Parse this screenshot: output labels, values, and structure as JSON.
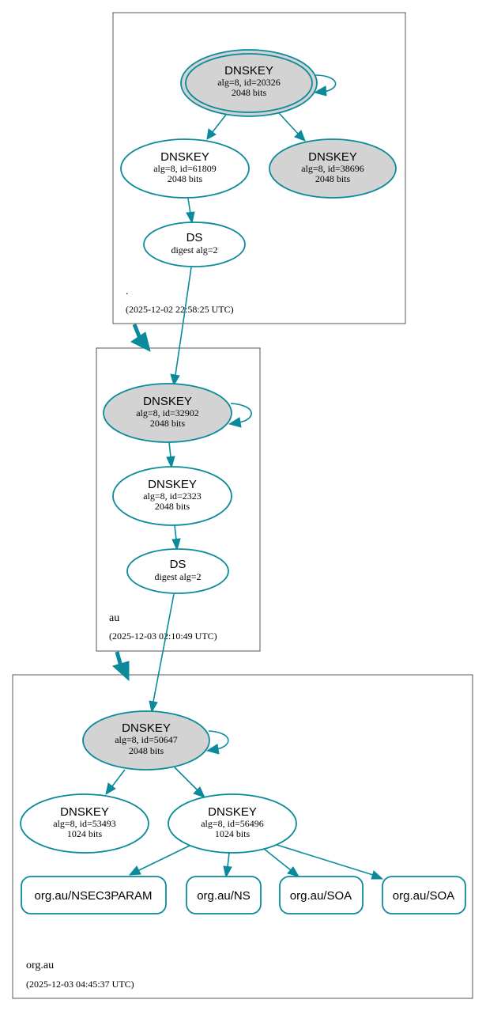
{
  "zones": {
    "root": {
      "name": ".",
      "timestamp": "(2025-12-02 22:58:25 UTC)"
    },
    "au": {
      "name": "au",
      "timestamp": "(2025-12-03 02:10:49 UTC)"
    },
    "orgau": {
      "name": "org.au",
      "timestamp": "(2025-12-03 04:45:37 UTC)"
    }
  },
  "nodes": {
    "root_ksk": {
      "title": "DNSKEY",
      "line1": "alg=8, id=20326",
      "line2": "2048 bits"
    },
    "root_zsk": {
      "title": "DNSKEY",
      "line1": "alg=8, id=61809",
      "line2": "2048 bits"
    },
    "root_ksk2": {
      "title": "DNSKEY",
      "line1": "alg=8, id=38696",
      "line2": "2048 bits"
    },
    "root_ds": {
      "title": "DS",
      "line1": "digest alg=2"
    },
    "au_ksk": {
      "title": "DNSKEY",
      "line1": "alg=8, id=32902",
      "line2": "2048 bits"
    },
    "au_zsk": {
      "title": "DNSKEY",
      "line1": "alg=8, id=2323",
      "line2": "2048 bits"
    },
    "au_ds": {
      "title": "DS",
      "line1": "digest alg=2"
    },
    "orgau_ksk": {
      "title": "DNSKEY",
      "line1": "alg=8, id=50647",
      "line2": "2048 bits"
    },
    "orgau_zsk1": {
      "title": "DNSKEY",
      "line1": "alg=8, id=53493",
      "line2": "1024 bits"
    },
    "orgau_zsk2": {
      "title": "DNSKEY",
      "line1": "alg=8, id=56496",
      "line2": "1024 bits"
    },
    "rr_nsec3param": {
      "label": "org.au/NSEC3PARAM"
    },
    "rr_ns": {
      "label": "org.au/NS"
    },
    "rr_soa1": {
      "label": "org.au/SOA"
    },
    "rr_soa2": {
      "label": "org.au/SOA"
    }
  },
  "colors": {
    "edge": "#0a8a9a",
    "sep_fill": "#d3d3d3",
    "cluster_border": "#555555"
  }
}
